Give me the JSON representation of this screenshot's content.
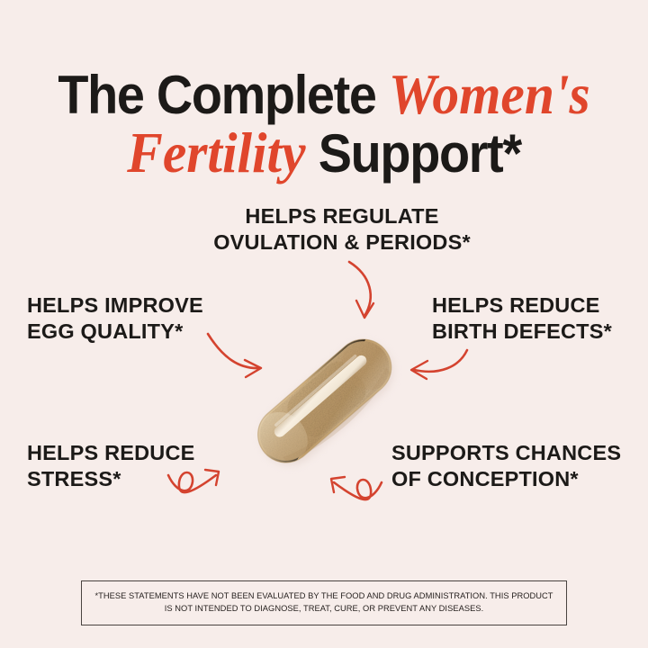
{
  "theme": {
    "background": "#F7EDEA",
    "ink": "#1C1A18",
    "accent_red": "#E0462C",
    "arrow_red": "#D4432F",
    "capsule_shell": "#D8BD93",
    "capsule_fill": "#C8A878",
    "capsule_highlight": "#F2E8DC",
    "disclaimer_border": "#4A4441"
  },
  "headline": {
    "line1_part1": "The Complete ",
    "line1_accent": "Women's",
    "line2_accent": "Fertility",
    "line2_part2": " Support*"
  },
  "callouts": [
    {
      "id": "ovulation",
      "line1": "HELPS REGULATE",
      "line2": "OVULATION & PERIODS*",
      "arrow": "curve-down-to-capsule-top"
    },
    {
      "id": "egg-quality",
      "line1": "HELPS IMPROVE",
      "line2": "EGG QUALITY*",
      "arrow": "curve-right-to-capsule-left"
    },
    {
      "id": "birth-defects",
      "line1": "HELPS REDUCE",
      "line2": "BIRTH DEFECTS*",
      "arrow": "curve-left-to-capsule-right"
    },
    {
      "id": "stress",
      "line1": "HELPS REDUCE",
      "line2": "STRESS*",
      "arrow": "loop-up-right"
    },
    {
      "id": "conception",
      "line1": "SUPPORTS CHANCES",
      "line2": "OF CONCEPTION*",
      "arrow": "loop-up-left"
    }
  ],
  "product": {
    "image_name": "fertility-supplement-capsule",
    "description": "tan translucent capsule filled with granular powder, tilted diagonally"
  },
  "disclaimer": {
    "line1": "*THESE STATEMENTS HAVE NOT BEEN EVALUATED BY THE FOOD AND DRUG ADMINISTRATION. THIS PRODUCT",
    "line2": "IS NOT INTENDED TO DIAGNOSE, TREAT, CURE, OR PREVENT ANY DISEASES."
  }
}
